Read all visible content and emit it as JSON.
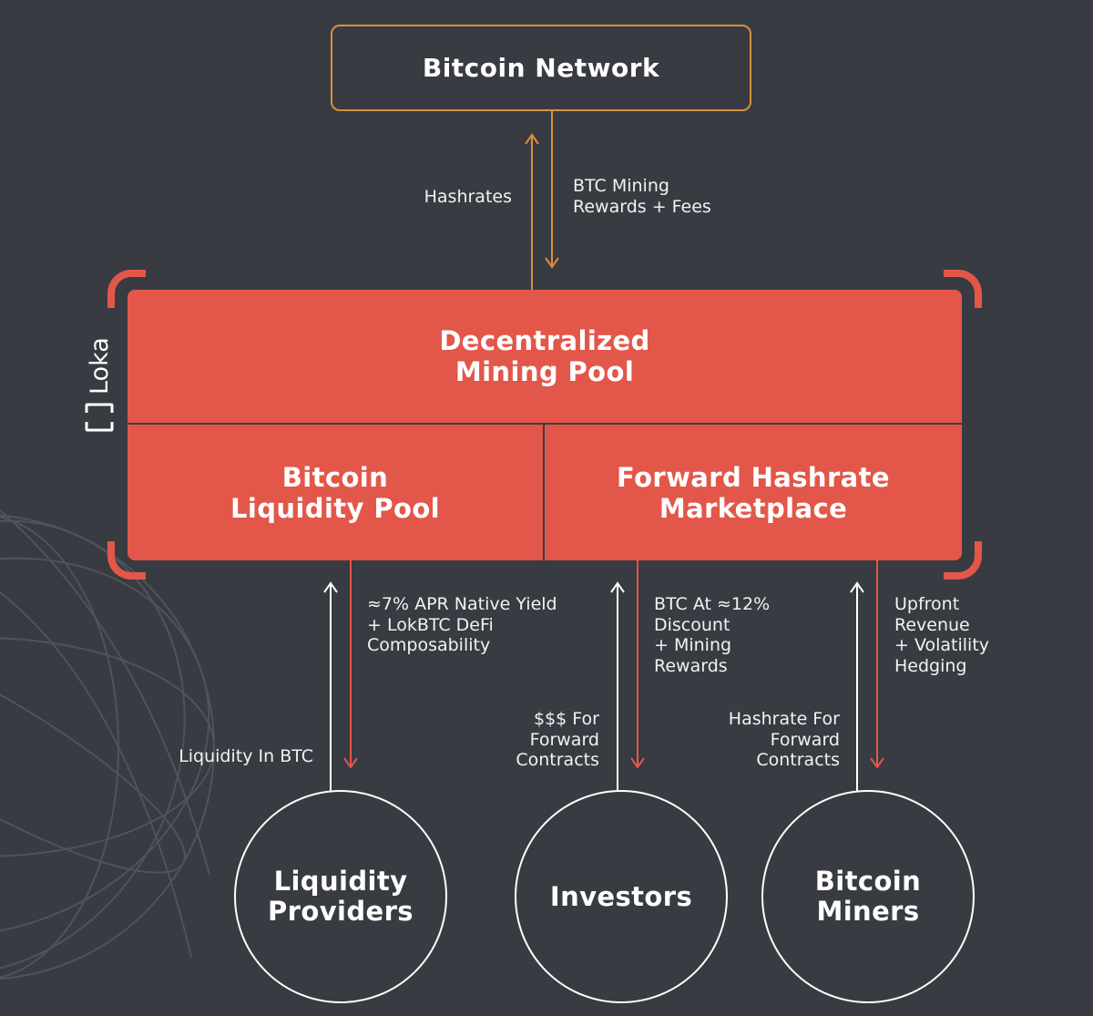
{
  "top_node": {
    "title": "Bitcoin Network"
  },
  "top_flows": {
    "up_label": "Hashrates",
    "down_label": "BTC Mining\nRewards + Fees"
  },
  "loka": {
    "logo_text": "Loka",
    "main_title": "Decentralized\nMining Pool",
    "left_title": "Bitcoin\nLiquidity Pool",
    "right_title": "Forward Hashrate\nMarketplace"
  },
  "flows": {
    "lp_down": "≈7% APR Native Yield\n+  LokBTC DeFi\nComposability",
    "lp_up": "Liquidity In BTC",
    "inv_down": "BTC At ≈12%\nDiscount\n+  Mining\nRewards",
    "inv_up": "$$$ For\nForward\nContracts",
    "miner_down": "Upfront\nRevenue\n+  Volatility\nHedging",
    "miner_up": "Hashrate For\nForward\nContracts"
  },
  "nodes": {
    "liquidity_providers": "Liquidity\nProviders",
    "investors": "Investors",
    "miners": "Bitcoin\nMiners"
  },
  "colors": {
    "background": "#383b41",
    "accent": "#e2574a",
    "network_border": "#d9903c",
    "top_arrows": "#d9903c",
    "lower_up_arrows": "#ffffff",
    "lower_down_arrows": "#e2574a"
  }
}
